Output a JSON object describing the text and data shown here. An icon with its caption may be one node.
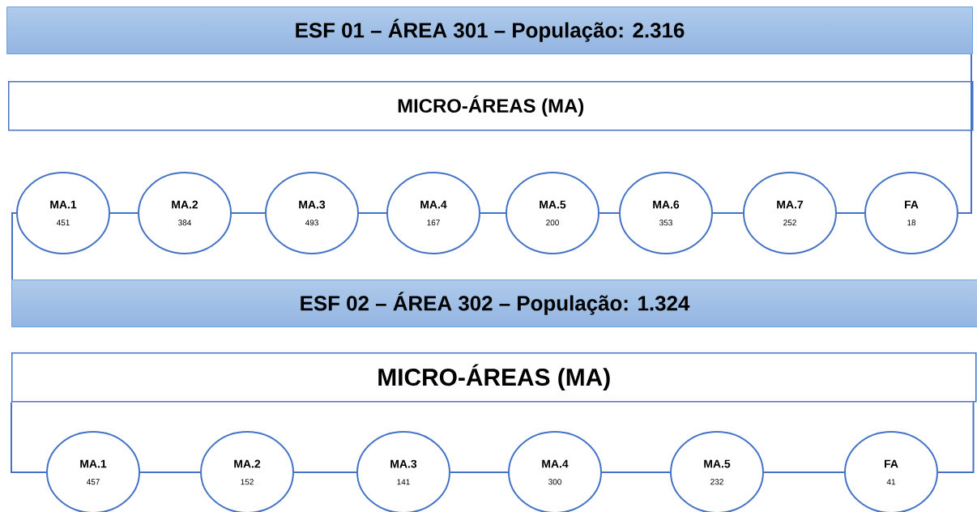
{
  "diagram": {
    "nodes": [
      {
        "text": [
          "ESF 01 – ÁREA 301 – População: 2.316"
        ]
      },
      {
        "text": [
          "MICRO-ÁREAS (MA)"
        ]
      },
      {
        "text": [
          "MA.1",
          "451"
        ]
      },
      {
        "text": [
          "MA.2",
          "384"
        ]
      },
      {
        "text": [
          "MA.3",
          "493"
        ]
      },
      {
        "text": [
          "MA.4",
          "167"
        ]
      },
      {
        "text": [
          "MA.5",
          "200"
        ]
      },
      {
        "text": [
          "MA.6",
          "353"
        ]
      },
      {
        "text": [
          "MA.7",
          "252"
        ]
      },
      {
        "text": [
          "FA",
          "18"
        ]
      },
      {
        "text": [
          "ESF 02 – ÁREA 302 – População: 1.324"
        ]
      },
      {
        "text": [
          "MICRO-ÁREAS (MA)"
        ]
      },
      {
        "text": [
          "MA.1",
          "457"
        ]
      },
      {
        "text": [
          "MA.2",
          "152"
        ]
      },
      {
        "text": [
          "MA.3",
          "141"
        ]
      },
      {
        "text": [
          "MA.4",
          "300"
        ]
      },
      {
        "text": [
          "MA.5",
          "232"
        ]
      },
      {
        "text": [
          "FA",
          "41"
        ]
      }
    ],
    "edges": [
      {
        "from": 0,
        "to": 9,
        "arrow": "none"
      },
      {
        "from": 2,
        "to": 3,
        "arrow": "none"
      },
      {
        "from": 3,
        "to": 4,
        "arrow": "none"
      },
      {
        "from": 4,
        "to": 5,
        "arrow": "none"
      },
      {
        "from": 5,
        "to": 6,
        "arrow": "none"
      },
      {
        "from": 6,
        "to": 7,
        "arrow": "none"
      },
      {
        "from": 7,
        "to": 8,
        "arrow": "none"
      },
      {
        "from": 8,
        "to": 9,
        "arrow": "none"
      },
      {
        "from": 2,
        "to": 10,
        "arrow": "none"
      },
      {
        "from": 11,
        "to": 12,
        "arrow": "none"
      },
      {
        "from": 12,
        "to": 13,
        "arrow": "none"
      },
      {
        "from": 13,
        "to": 14,
        "arrow": "none"
      },
      {
        "from": 14,
        "to": 15,
        "arrow": "none"
      },
      {
        "from": 15,
        "to": 16,
        "arrow": "none"
      },
      {
        "from": 16,
        "to": 17,
        "arrow": "none"
      },
      {
        "from": 17,
        "to": 11,
        "arrow": "none"
      }
    ]
  }
}
